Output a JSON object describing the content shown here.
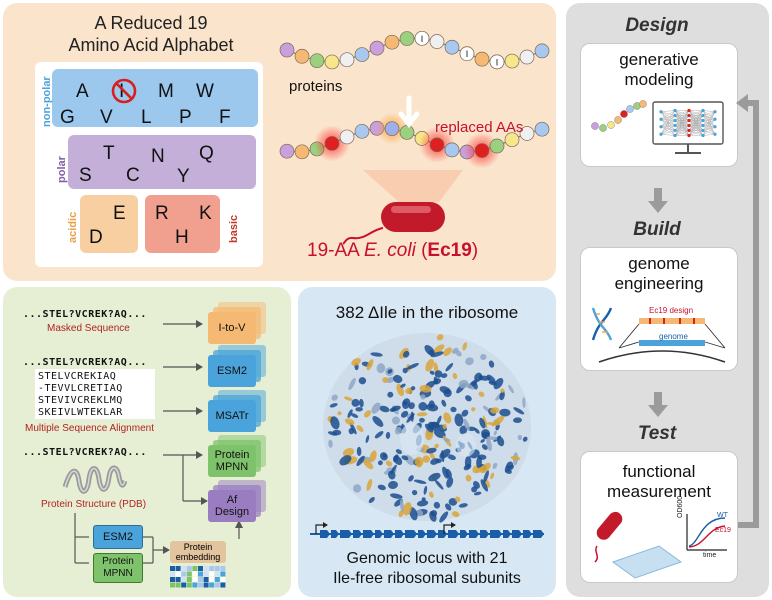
{
  "alphabet": {
    "title_line1": "A Reduced 19",
    "title_line2": "Amino Acid Alphabet",
    "nonpolar_label": "non-polar",
    "polar_label": "polar",
    "acidic_label": "acidic",
    "basic_label": "basic",
    "nonpolar_row1": [
      "A",
      "I",
      "M",
      "W"
    ],
    "nonpolar_row2": [
      "G",
      "V",
      "L",
      "P",
      "F"
    ],
    "polar_row1": [
      "T",
      "N",
      "Q"
    ],
    "polar_row2": [
      "S",
      "C",
      "Y"
    ],
    "acidic": [
      "E",
      "D"
    ],
    "basic": [
      "R",
      "K",
      "H"
    ],
    "removed": "I"
  },
  "proteins": {
    "proteins_label": "proteins",
    "bead_mark": "I",
    "replaced_label": "replaced AAs",
    "ec19_prefix": "19-AA ",
    "ec19_species": "E. coli",
    "ec19_open": " (",
    "ec19_bold": "Ec19",
    "ec19_close": ")"
  },
  "models": {
    "seq_masked": "...STEL?VCREK?AQ...",
    "masked_caption": "Masked Sequence",
    "seq_msa_header": "...STEL?VCREK?AQ...",
    "msa_lines": [
      "STELVCREKIAQ",
      "-TEVVLCRETIAQ",
      "STEVIVCREKLMQ",
      "SKEIVLWTEKLAR"
    ],
    "msa_caption": "Multiple Sequence Alignment",
    "seq_struct": "...STEL?VCREK?AQ...",
    "struct_caption": "Protein Structure (PDB)",
    "box_itov": "I-to-V",
    "box_esm2": "ESM2",
    "box_msatr": "MSATr",
    "box_pmpnn_1": "Protein",
    "box_pmpnn_2": "MPNN",
    "box_af_1": "Af",
    "box_af_2": "Design",
    "small_esm2": "ESM2",
    "small_pmpnn_1": "Protein",
    "small_pmpnn_2": "MPNN",
    "embed_1": "Protein",
    "embed_2": "embedding"
  },
  "ribosome": {
    "title_prefix": "382 ",
    "title_delta": "Δ",
    "title_rest": "Ile in the ribosome",
    "caption_line1": "Genomic locus with 21",
    "caption_line2": "Ile-free ribosomal subunits"
  },
  "cycle": {
    "design_label": "Design",
    "design_card_1": "generative",
    "design_card_2": "modeling",
    "build_label": "Build",
    "build_card_1": "genome",
    "build_card_2": "engineering",
    "ec19_design": "Ec19 design",
    "genome": "genome",
    "test_label": "Test",
    "test_card_1": "functional",
    "test_card_2": "measurement",
    "wt_label": "WT",
    "ec19_label": "Ec19",
    "od_label": "OD600",
    "time_label": "time"
  },
  "colors": {
    "top_bg": "#fae4cc",
    "nonpolar": "#9cc8ee",
    "polar": "#c3afd8",
    "acidic": "#f8cfa0",
    "basic": "#f1a08f",
    "green_bg": "#e6efd4",
    "blue_bg": "#d8e7f4",
    "gray_bg": "#dedede",
    "model_box": "#4aa3da",
    "protein_box": "#7ec36b",
    "design_box": "#9a7dc0",
    "itov_box": "#f6b973",
    "accent_red": "#c8102e"
  }
}
